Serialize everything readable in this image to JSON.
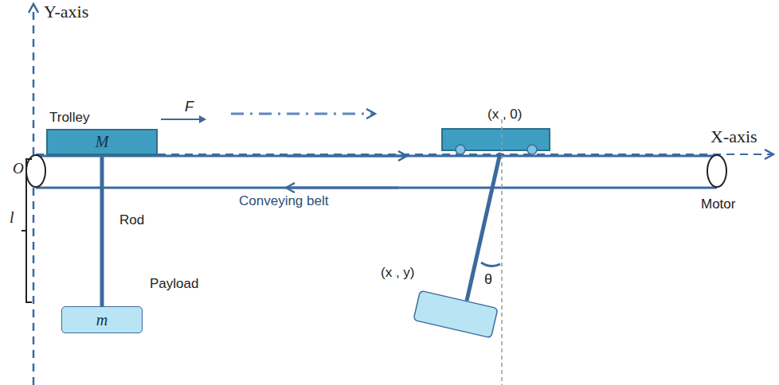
{
  "diagram": {
    "nodes": [
      {
        "text": [
          "M"
        ]
      },
      {
        "text": [
          "m"
        ]
      }
    ],
    "edges": [
      {
        "from": 0,
        "to": 1,
        "arrow": "none"
      }
    ],
    "labels": [
      "Y-axis",
      "Trolley",
      "F",
      "(x , 0)",
      "X-axis",
      "O",
      "Conveying belt",
      "Motor",
      "l",
      "Rod",
      "Payload",
      "(x , y)",
      "θ"
    ]
  }
}
